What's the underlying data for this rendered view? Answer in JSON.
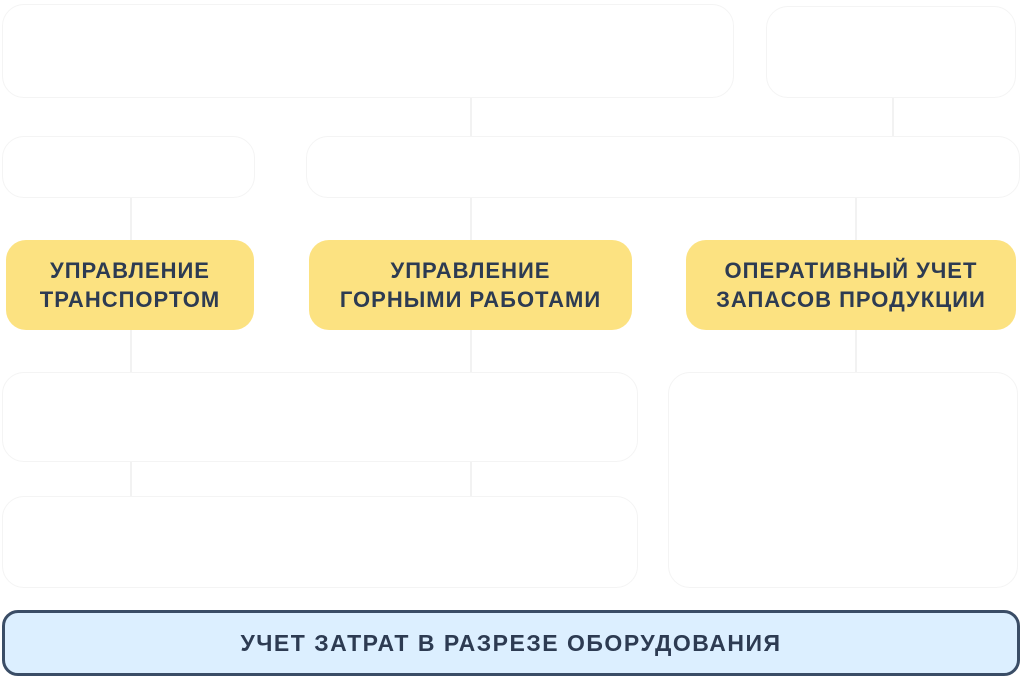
{
  "diagram": {
    "nodes": [
      {
        "id": "transport",
        "label_lines": [
          "УПРАВЛЕНИЕ",
          "ТРАНСПОРТОМ"
        ]
      },
      {
        "id": "mining",
        "label_lines": [
          "УПРАВЛЕНИЕ",
          "ГОРНЫМИ РАБОТАМИ"
        ]
      },
      {
        "id": "inventory",
        "label_lines": [
          "ОПЕРАТИВНЫЙ УЧЕТ",
          "ЗАПАСОВ ПРОДУКЦИИ"
        ]
      }
    ],
    "footer": {
      "label": "УЧЕТ ЗАТРАТ В РАЗРЕЗЕ ОБОРУДОВАНИЯ"
    }
  },
  "colors": {
    "highlight": "#fce281",
    "footer_fill": "#dcefff",
    "footer_border": "#3a4d66",
    "text": "#2d3b52"
  }
}
